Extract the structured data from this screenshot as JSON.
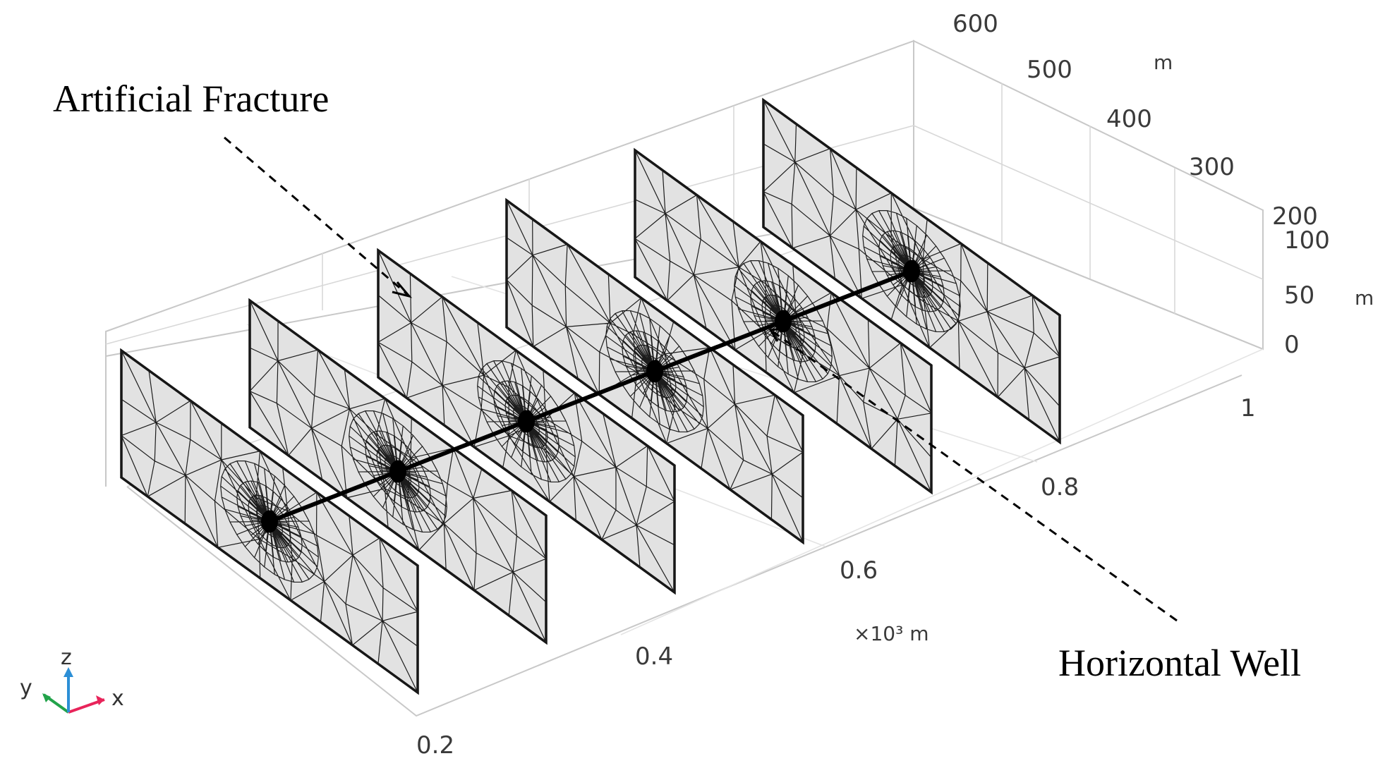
{
  "annotations": {
    "fracture_label": "Artificial Fracture",
    "well_label": "Horizontal Well"
  },
  "axes": {
    "x": {
      "ticks": [
        "0.2",
        "0.4",
        "0.6",
        "0.8",
        "1"
      ],
      "unit": "×10³ m"
    },
    "y": {
      "ticks": [
        "200",
        "300",
        "400",
        "500",
        "600"
      ],
      "unit": "m"
    },
    "z": {
      "ticks": [
        "0",
        "50",
        "100"
      ],
      "unit": "m"
    }
  },
  "triad": {
    "x": "x",
    "y": "y",
    "z": "z"
  },
  "colors": {
    "triad_x": "#e8245a",
    "triad_y": "#22a34a",
    "triad_z": "#2c8fd6",
    "fracture_fill": "#e2e2e2"
  }
}
